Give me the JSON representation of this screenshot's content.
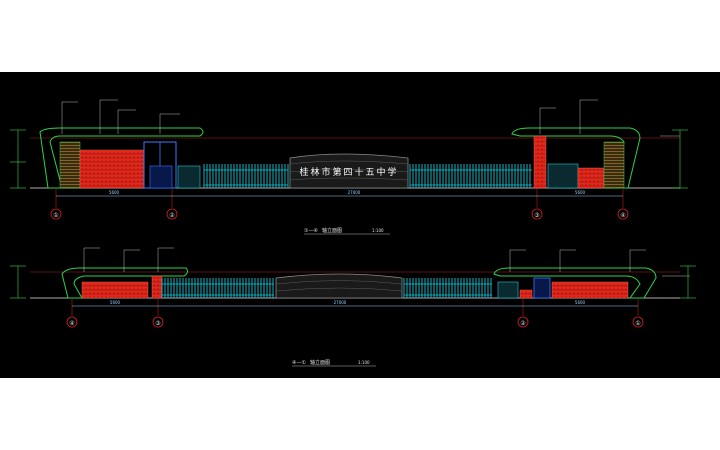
{
  "drawing": {
    "background": "#000000",
    "elevation_top": {
      "caption_axes": "①—④",
      "caption_label": "轴立面图",
      "scale": "1:100",
      "gate_sign": "桂林市第四十五中学",
      "axis_labels": [
        "①",
        "②",
        "③",
        "④"
      ],
      "dimensions": [
        "5600",
        "27000",
        "5600"
      ]
    },
    "elevation_bottom": {
      "caption_axes": "④—①",
      "caption_label": "轴立面图",
      "scale": "1:100",
      "axis_labels": [
        "④",
        "③",
        "②",
        "①"
      ],
      "dimensions": [
        "5600",
        "27000",
        "5600"
      ]
    },
    "colors": {
      "frame": "#2bd24a",
      "red_wall": "#e4281c",
      "glass": "#3c78ff",
      "fence": "#19c8d8",
      "leader": "#e4e4e4",
      "axis": "#d82020",
      "sign_stone": "#8a8a8a",
      "dimension": "#9ad0ff"
    }
  }
}
